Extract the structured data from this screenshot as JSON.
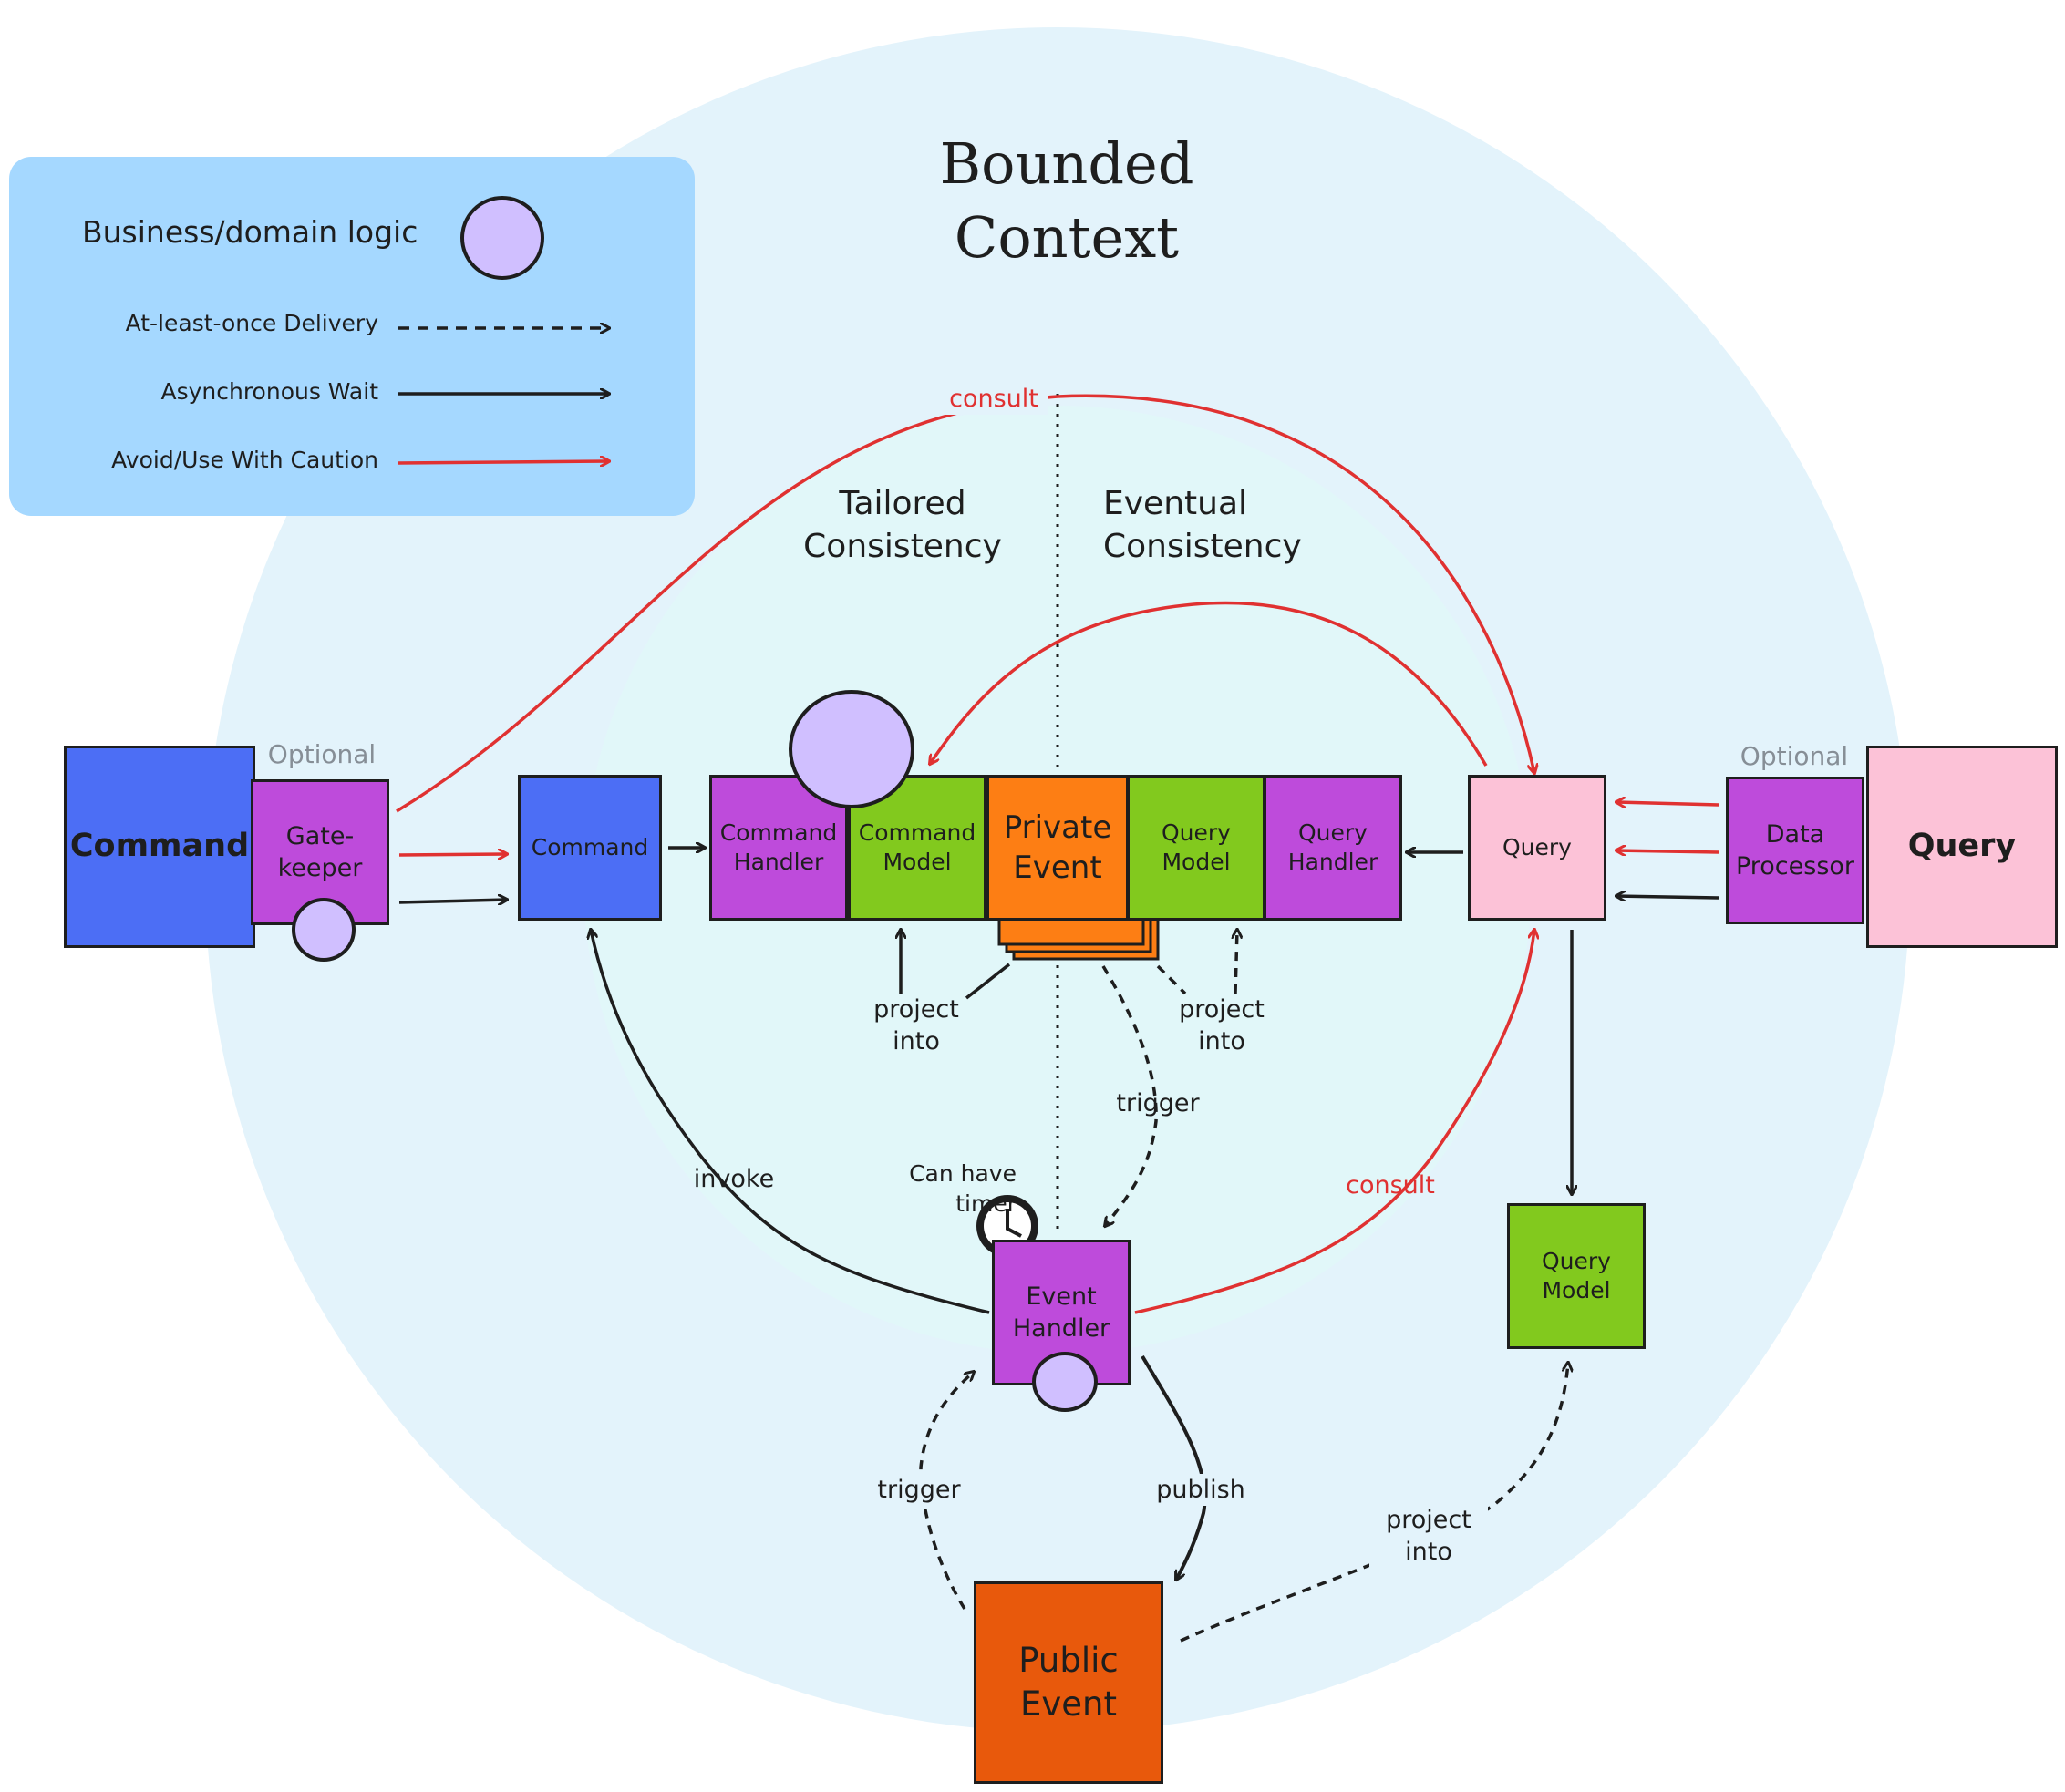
{
  "title": "Bounded\nContext",
  "legend": {
    "business_logic": "Business/domain logic",
    "at_least_once": "At-least-once Delivery",
    "async_wait": "Asynchronous Wait",
    "avoid": "Avoid/Use With Caution"
  },
  "regions": {
    "tailored": "Tailored\nConsistency",
    "eventual": "Eventual\nConsistency"
  },
  "nodes": {
    "command_outer": "Command",
    "gatekeeper": "Gate-\nkeeper",
    "gatekeeper_optional": "Optional",
    "command": "Command",
    "command_handler": "Command\nHandler",
    "command_model": "Command\nModel",
    "private_event": "Private\nEvent",
    "query_model_inner": "Query\nModel",
    "query_handler": "Query\nHandler",
    "query": "Query",
    "data_processor": "Data\nProcessor",
    "data_processor_optional": "Optional",
    "query_outer": "Query",
    "event_handler": "Event\nHandler",
    "query_model_outer": "Query\nModel",
    "public_event": "Public\nEvent"
  },
  "edge_labels": {
    "consult_top": "consult",
    "consult_bottom": "consult",
    "project_into_left": "project\ninto",
    "project_into_right": "project\ninto",
    "project_into_bottom": "project\ninto",
    "trigger_top": "trigger",
    "trigger_bottom": "trigger",
    "invoke": "invoke",
    "publish": "publish",
    "timer_note": "Can have\ntimer"
  },
  "colors": {
    "background_circle": "#e3f3fb",
    "inner_circle": "#e1f7f9",
    "legend_bg": "#a5d8ff",
    "blue": "#4c6ef5",
    "purple": "#be4bdb",
    "green": "#82c91e",
    "orange": "#fd7e14",
    "dark_orange": "#e8590c",
    "pink": "#fcc2d7",
    "lavender": "#d0bfff",
    "red": "#e03131",
    "ink": "#1e1e1e"
  }
}
